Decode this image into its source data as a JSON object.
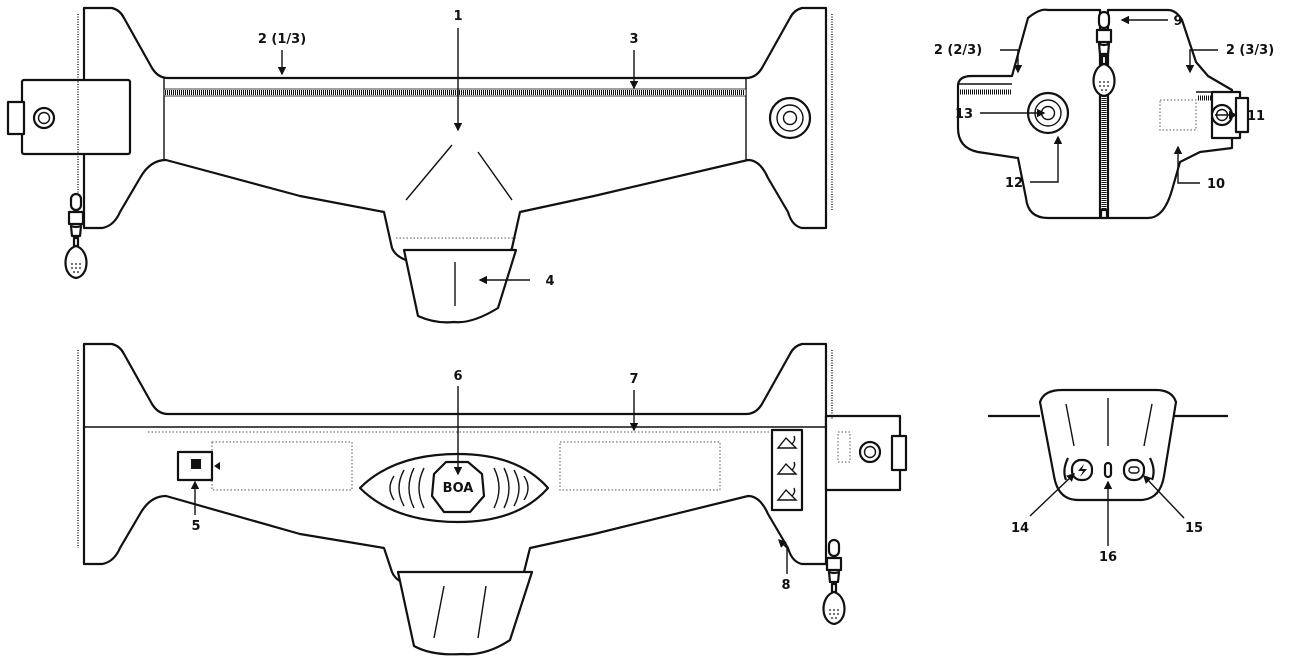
{
  "logo_text": "BOA",
  "callouts": [
    {
      "id": "1",
      "text": "1"
    },
    {
      "id": "2-1",
      "text": "2 (1/3)"
    },
    {
      "id": "3",
      "text": "3"
    },
    {
      "id": "4",
      "text": "4"
    },
    {
      "id": "5",
      "text": "5"
    },
    {
      "id": "6",
      "text": "6"
    },
    {
      "id": "7",
      "text": "7"
    },
    {
      "id": "8",
      "text": "8"
    },
    {
      "id": "9",
      "text": "9"
    },
    {
      "id": "2-2",
      "text": "2 (2/3)"
    },
    {
      "id": "2-3",
      "text": "2 (3/3)"
    },
    {
      "id": "10",
      "text": "10"
    },
    {
      "id": "11",
      "text": "11"
    },
    {
      "id": "12",
      "text": "12"
    },
    {
      "id": "13",
      "text": "13"
    },
    {
      "id": "14",
      "text": "14"
    },
    {
      "id": "15",
      "text": "15"
    },
    {
      "id": "16",
      "text": "16"
    }
  ]
}
